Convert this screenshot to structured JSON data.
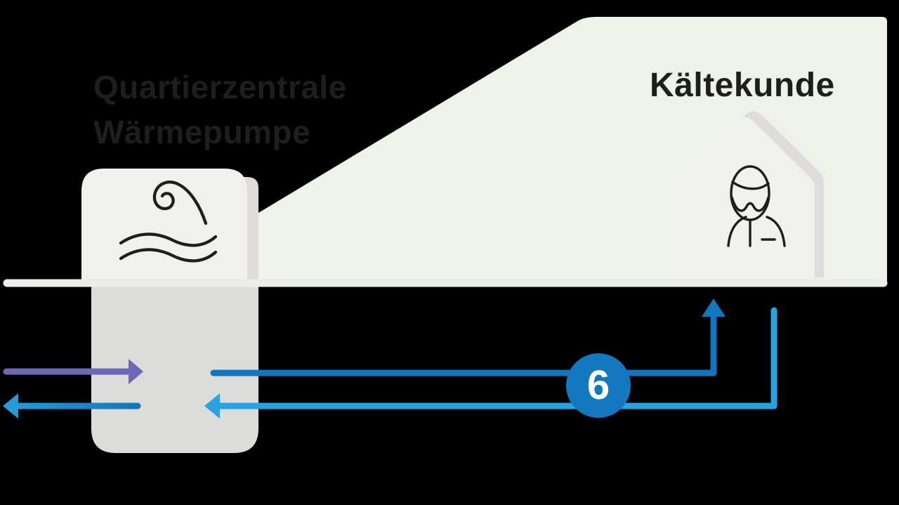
{
  "title": {
    "line1": "Quartierzentrale",
    "line2": "Wärmepumpe"
  },
  "customer": {
    "label": "Kältekunde"
  },
  "badge": {
    "value": "6"
  },
  "colors": {
    "background": "#000000",
    "service_area_green": "#eef2e8",
    "structure_gray": "#f0f0ee",
    "structure_shadow_gray": "#dedddc",
    "underground_gray": "#dcdcdb",
    "ground_line_gray": "#ececeb",
    "supply_blue": "#1176bd",
    "return_blue": "#29a2e1",
    "source_purple": "#6d68b5",
    "badge_blue": "#1478bf",
    "ink": "#1e1e1c"
  },
  "icons": {
    "heat_pump": "wave-icon",
    "customer": "person-icon"
  }
}
